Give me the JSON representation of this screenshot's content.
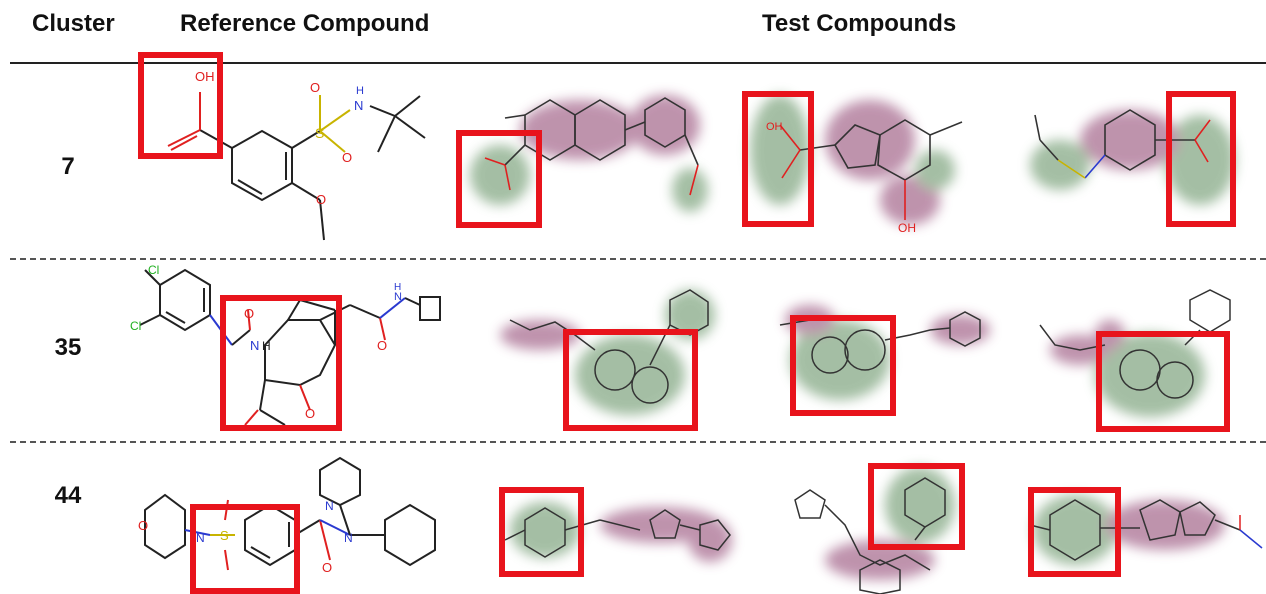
{
  "header": {
    "cluster": "Cluster",
    "reference": "Reference Compound",
    "test": "Test Compounds"
  },
  "rows": [
    {
      "cluster": "7"
    },
    {
      "cluster": "35"
    },
    {
      "cluster": "44"
    }
  ],
  "atoms": {
    "oh": "OH",
    "o": "O",
    "s": "S",
    "n": "N",
    "h": "H",
    "cl": "Cl"
  },
  "colors": {
    "highlight_box": "#e8141c",
    "positive_contrib": "#5a8a5a",
    "negative_contrib": "#8a3a6a",
    "oxygen": "#e02020",
    "nitrogen": "#2a3ad0",
    "sulfur": "#c8b400",
    "chlorine": "#20b020"
  }
}
